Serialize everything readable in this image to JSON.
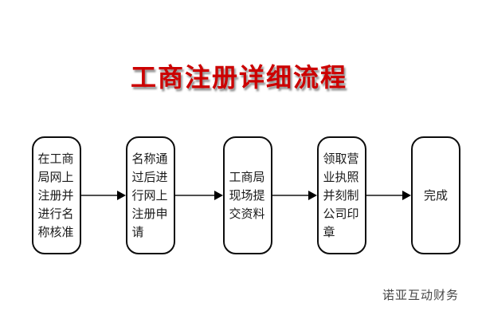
{
  "page": {
    "background_color": "#ffffff"
  },
  "title": {
    "text": "工商注册详细流程",
    "color": "#cc0000"
  },
  "flow": {
    "direction": "left-to-right",
    "node_border_color": "#0d0d0d",
    "node_fill_color": "#ffffff",
    "connector_color": "#4f4f4f",
    "arrowhead_color": "#000000",
    "nodes": [
      {
        "label": "在工商局网上注册并进行名称核准"
      },
      {
        "label": "名称通过后进行网上注册申请"
      },
      {
        "label": "工商局现场提交资料"
      },
      {
        "label": "领取营业执照并刻制公司印章"
      },
      {
        "label": "完成"
      }
    ]
  },
  "footer": {
    "watermark": "诺亚互动财务"
  }
}
